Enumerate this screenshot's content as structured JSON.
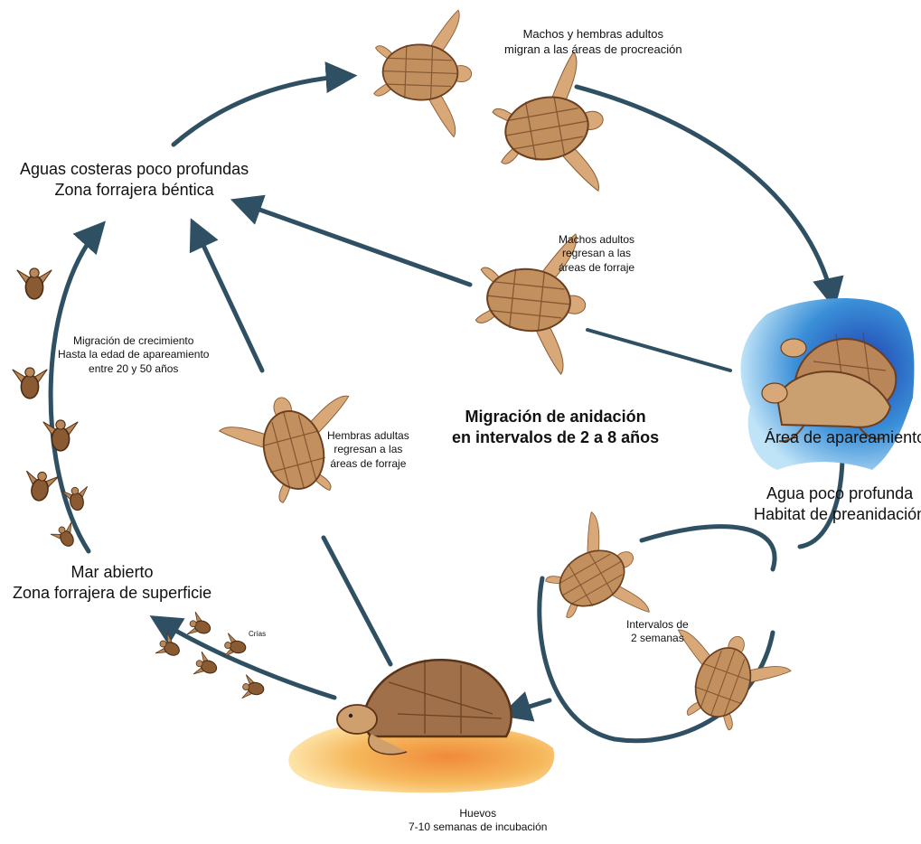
{
  "diagram": {
    "colors": {
      "arrow": "#2f5063",
      "shell_light": "#c99a6a",
      "shell_dark": "#6b3e1f",
      "skin": "#d8a878",
      "water_blue": "#1d50c4",
      "sand": "#f2a64a"
    },
    "labels": {
      "coastal_line1": "Aguas costeras poco profundas",
      "coastal_line2": "Zona forrajera béntica",
      "adults_migrate_line1": "Machos y hembras adultos",
      "adults_migrate_line2": "migran a las áreas de procreación",
      "males_return_line1": "Machos adultos",
      "males_return_line2": "regresan a las",
      "males_return_line3": "áreas de forraje",
      "growth_line1": "Migración de crecimiento",
      "growth_line2": "Hasta la edad de apareamiento",
      "growth_line3": "entre 20 y 50 años",
      "center_line1": "Migración de anidación",
      "center_line2": "en intervalos de 2 a 8 años",
      "mating_area": "Área de apareamiento",
      "shallow_line1": "Agua poco profunda",
      "shallow_line2": "Habitat de preanidación",
      "females_return_line1": "Hembras adultas",
      "females_return_line2": "regresan a las",
      "females_return_line3": "áreas de forraje",
      "open_sea_line1": "Mar abierto",
      "open_sea_line2": "Zona forrajera de superficie",
      "hatchlings": "Crías",
      "interval_line1": "Intervalos de",
      "interval_line2": "2 semanas",
      "eggs_line1": "Huevos",
      "eggs_line2": "7-10 semanas de incubación"
    }
  }
}
